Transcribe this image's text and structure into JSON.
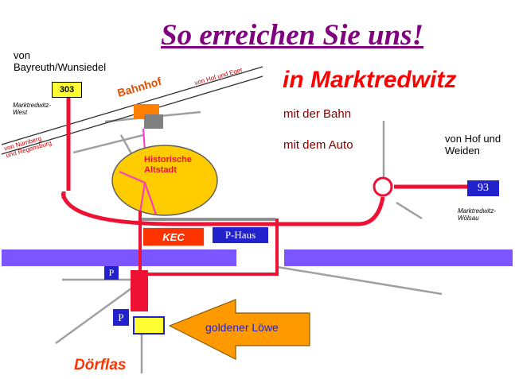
{
  "title": "So erreichen Sie uns!",
  "subtitle": "in Marktredwitz",
  "modes": {
    "train": "mit der Bahn",
    "car": "mit dem Auto"
  },
  "origins": {
    "bayreuth": [
      "von",
      "Bayreuth/Wunsiedel"
    ],
    "hof_weiden": [
      "von Hof und",
      "Weiden"
    ],
    "hof_eger": "von Hof und Eger",
    "nuernberg": [
      "von Nürnberg",
      "und Regensburg"
    ]
  },
  "roads": {
    "north": "303",
    "east": "93"
  },
  "exits": {
    "west": [
      "Marktredwitz-",
      "West"
    ],
    "woelsau": [
      "Marktredwitz-",
      "Wölsau"
    ]
  },
  "places": {
    "station": "Bahnhof",
    "old_town": [
      "Historische",
      "Altstadt"
    ],
    "kec": "KEC",
    "p_haus": "P-Haus",
    "parking": "P",
    "hotel": "goldener Löwe",
    "district": "Dörflas"
  },
  "colors": {
    "title": "#800080",
    "subtitle": "#ff0000",
    "mode_text": "#800000",
    "road": "#ee1133",
    "river": "#7b55ff",
    "old_town_fill": "#ffcc00",
    "arrow": "#ff9900",
    "navy_box": "#2222cc",
    "street": "#a0a0a0"
  }
}
